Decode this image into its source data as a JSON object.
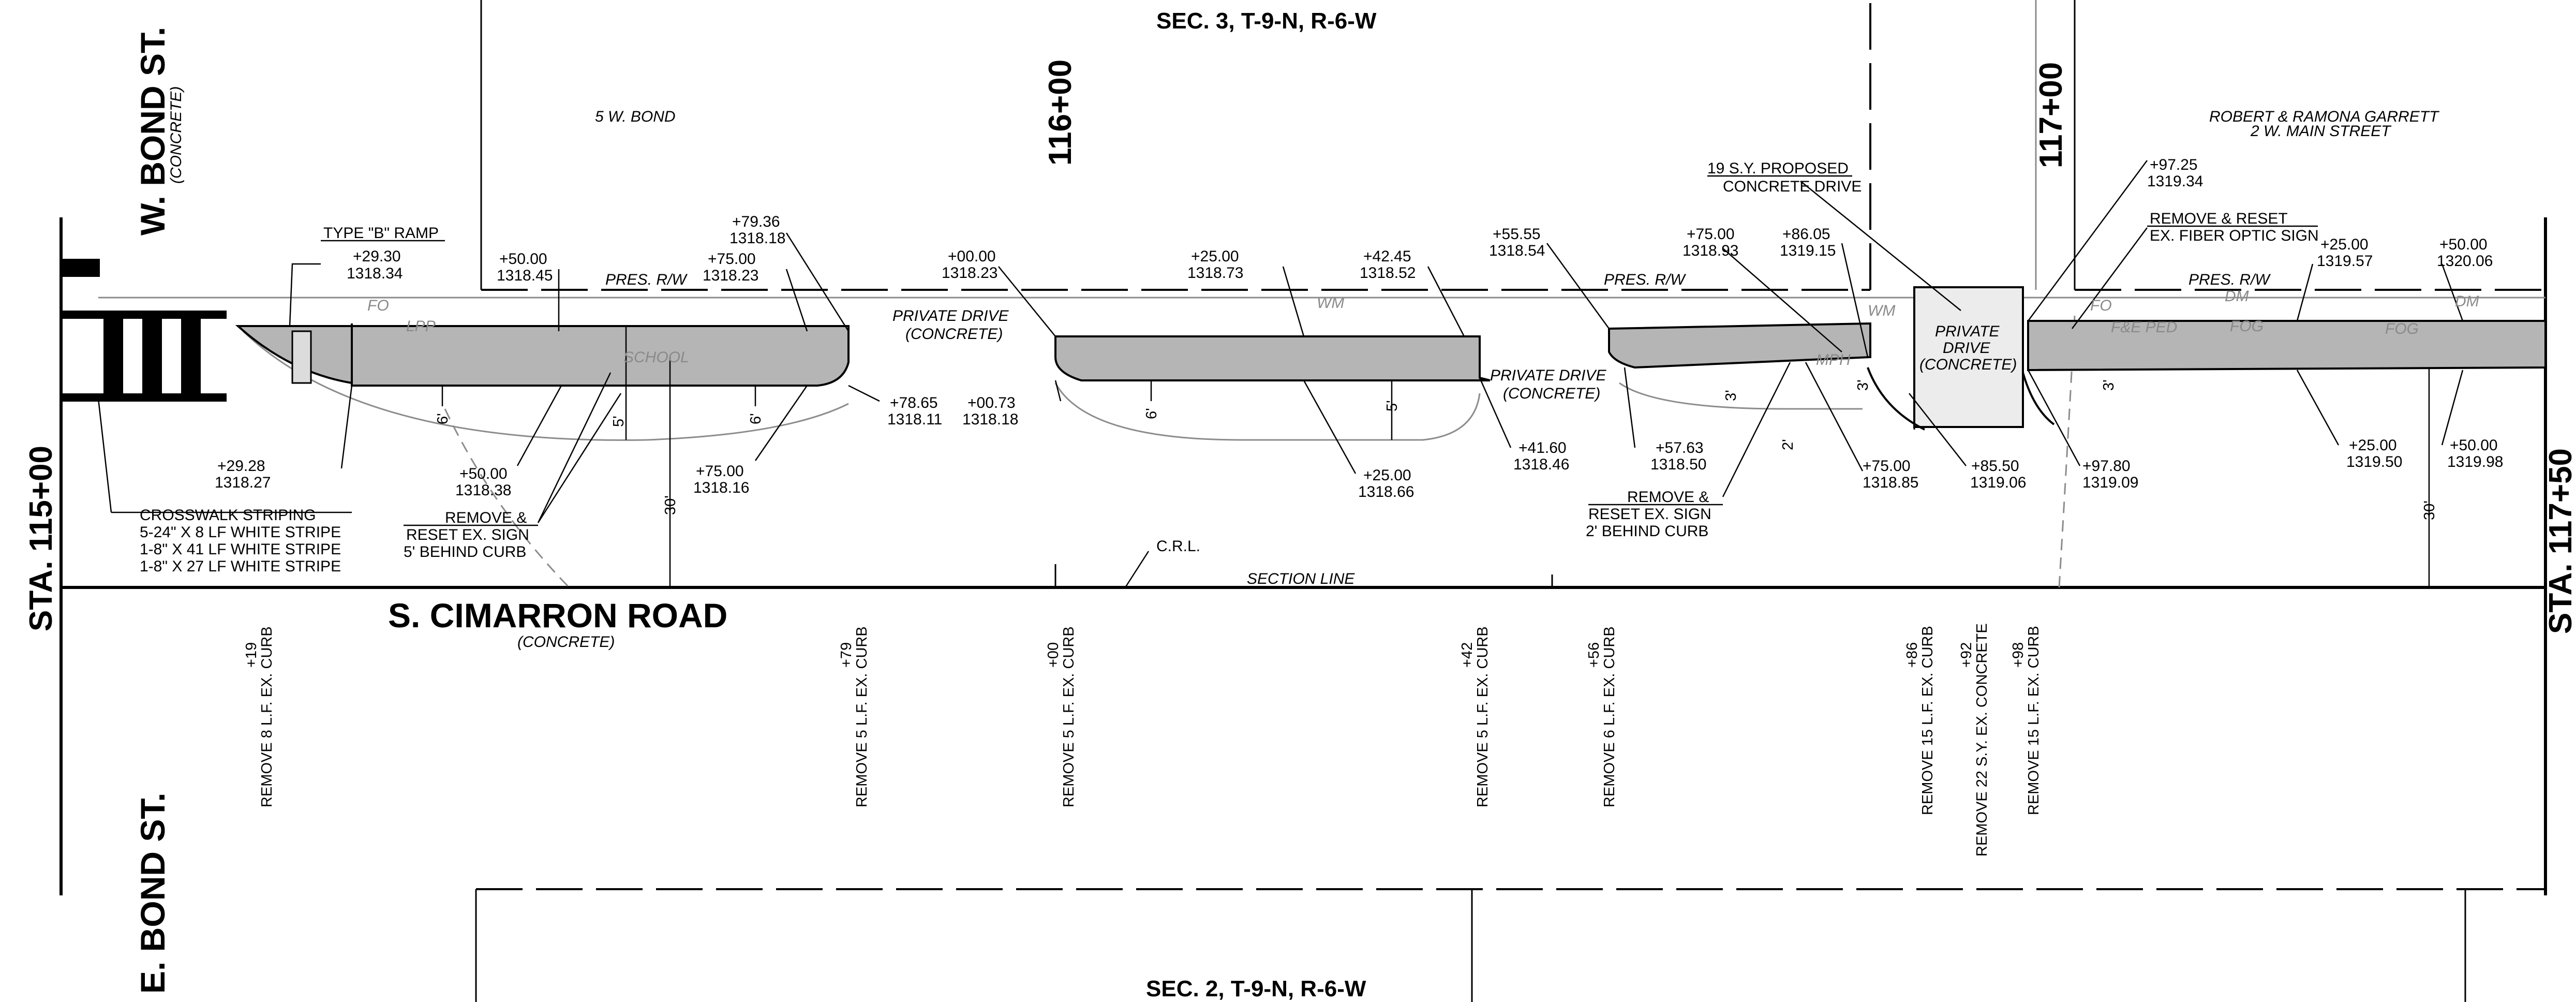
{
  "streets": {
    "w_bond": "W. BOND ST.",
    "w_bond_surface": "(CONCRETE)",
    "e_bond": "E. BOND ST.",
    "cimarron": "S. CIMARRON ROAD",
    "cimarron_surface": "(CONCRETE)"
  },
  "sections": {
    "top": "SEC. 3, T-9-N, R-6-W",
    "bottom": "SEC. 2, T-9-N, R-6-W"
  },
  "stations": {
    "sta_115": "STA. 115+00",
    "sta_116": "116+00",
    "sta_117": "117+00",
    "sta_117_50": "STA. 117+50"
  },
  "properties": {
    "bond_addr": "5 W. BOND",
    "garrett_1": "ROBERT & RAMONA GARRETT",
    "garrett_2": "2 W. MAIN STREET"
  },
  "labels": {
    "pres_rw_1": "PRES. R/W",
    "pres_rw_2": "PRES. R/W",
    "pres_rw_3": "PRES. R/W",
    "fo_1": "FO",
    "fo_2": "FO",
    "lpp": "LPP",
    "school": "SCHOOL",
    "wm_1": "WM",
    "wm_2": "WM",
    "mph": "MPH",
    "dm_1": "DM",
    "dm_2": "DM",
    "feeped": "F&E PED",
    "fog_1": "FOG",
    "fog_2": "FOG",
    "crl": "C.R.L.",
    "section_line": "SECTION LINE",
    "private_drive_1": "PRIVATE DRIVE",
    "private_drive_1b": "(CONCRETE)",
    "private_drive_2": "PRIVATE DRIVE",
    "private_drive_2b": "(CONCRETE)",
    "private_drive_3a": "PRIVATE",
    "private_drive_3b": "DRIVE",
    "private_drive_3c": "(CONCRETE)",
    "ramp": "TYPE \"B\" RAMP",
    "proposed_1": "19 S.Y. PROPOSED",
    "proposed_2": "CONCRETE DRIVE",
    "reset_fiber_1": "REMOVE & RESET",
    "reset_fiber_2": "EX. FIBER OPTIC SIGN",
    "reset_sign_a1": "REMOVE &",
    "reset_sign_a2": "RESET EX. SIGN",
    "reset_sign_a3": "5' BEHIND CURB",
    "reset_sign_b1": "REMOVE &",
    "reset_sign_b2": "RESET EX. SIGN",
    "reset_sign_b3": "2' BEHIND CURB",
    "crosswalk_1": "CROSSWALK STRIPING",
    "crosswalk_2": "5-24\" X 8 LF WHITE STRIPE",
    "crosswalk_3": "1-8\" X 41 LF WHITE STRIPE",
    "crosswalk_4": "1-8\" X 27 LF WHITE STRIPE"
  },
  "dims": {
    "d6a": "6'",
    "d5a": "5'",
    "d6b": "6'",
    "d30a": "30'",
    "d6c": "6'",
    "d5b": "5'",
    "d3a": "3'",
    "d2a": "2'",
    "d3b": "3'",
    "d3c": "3'",
    "d30b": "30'"
  },
  "callouts": [
    {
      "sta": "+29.30",
      "elev": "1318.34"
    },
    {
      "sta": "+50.00",
      "elev": "1318.45"
    },
    {
      "sta": "+75.00",
      "elev": "1318.23"
    },
    {
      "sta": "+79.36",
      "elev": "1318.18"
    },
    {
      "sta": "+00.00",
      "elev": "1318.23"
    },
    {
      "sta": "+25.00",
      "elev": "1318.73"
    },
    {
      "sta": "+42.45",
      "elev": "1318.52"
    },
    {
      "sta": "+55.55",
      "elev": "1318.54"
    },
    {
      "sta": "+75.00",
      "elev": "1318.93"
    },
    {
      "sta": "+86.05",
      "elev": "1319.15"
    },
    {
      "sta": "+97.25",
      "elev": "1319.34"
    },
    {
      "sta": "+25.00",
      "elev": "1319.57"
    },
    {
      "sta": "+50.00",
      "elev": "1320.06"
    },
    {
      "sta": "+29.28",
      "elev": "1318.27"
    },
    {
      "sta": "+50.00",
      "elev": "1318.38"
    },
    {
      "sta": "+75.00",
      "elev": "1318.16"
    },
    {
      "sta": "+78.65",
      "elev": "1318.11"
    },
    {
      "sta": "+00.73",
      "elev": "1318.18"
    },
    {
      "sta": "+25.00",
      "elev": "1318.66"
    },
    {
      "sta": "+41.60",
      "elev": "1318.46"
    },
    {
      "sta": "+57.63",
      "elev": "1318.50"
    },
    {
      "sta": "+75.00",
      "elev": "1318.85"
    },
    {
      "sta": "+85.50",
      "elev": "1319.06"
    },
    {
      "sta": "+97.80",
      "elev": "1319.09"
    },
    {
      "sta": "+25.00",
      "elev": "1319.50"
    },
    {
      "sta": "+50.00",
      "elev": "1319.98"
    }
  ],
  "removals": [
    {
      "sta": "+19",
      "text": "REMOVE 8 L.F. EX. CURB"
    },
    {
      "sta": "+79",
      "text": "REMOVE 5 L.F. EX. CURB"
    },
    {
      "sta": "+00",
      "text": "REMOVE 5 L.F. EX. CURB"
    },
    {
      "sta": "+42",
      "text": "REMOVE 5 L.F. EX. CURB"
    },
    {
      "sta": "+56",
      "text": "REMOVE 6 L.F. EX. CURB"
    },
    {
      "sta": "+86",
      "text": "REMOVE 15 L.F. EX. CURB"
    },
    {
      "sta": "+92",
      "text": "REMOVE 22 S.Y. EX. CONCRETE"
    },
    {
      "sta": "+98",
      "text": "REMOVE 15 L.F. EX. CURB"
    }
  ]
}
